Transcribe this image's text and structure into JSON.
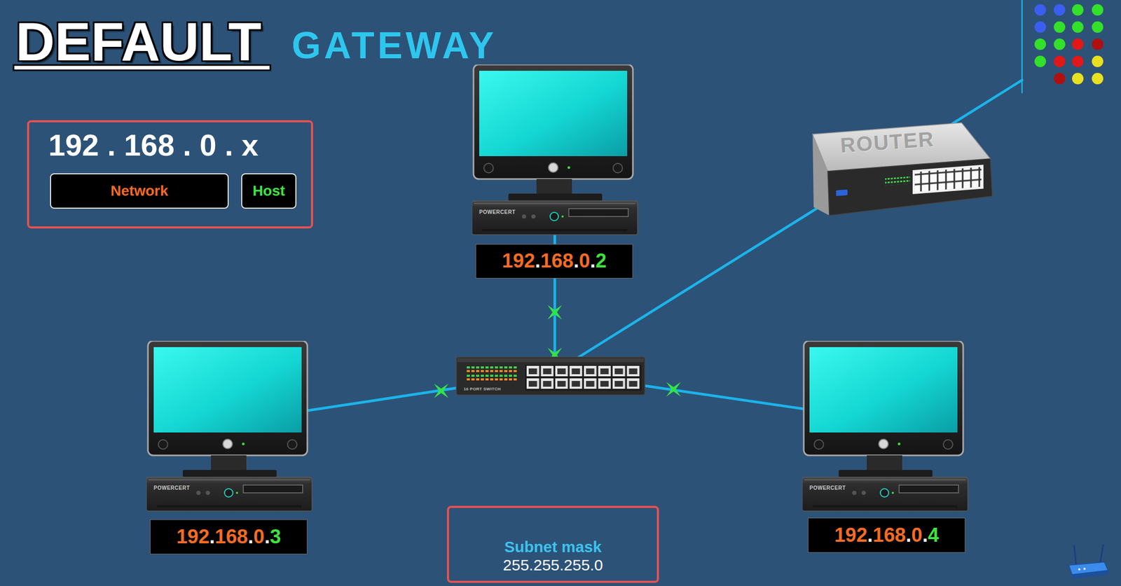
{
  "diagram": {
    "title": "DEFAULT",
    "nodes": [
      {
        "text": [
          "192 . 168 . 0 . x"
        ]
      },
      {
        "text": [
          "Network"
        ],
        "in": 0
      },
      {
        "text": [
          "Host"
        ],
        "in": 0
      },
      {
        "text": [
          "192.168.0.2"
        ]
      },
      {
        "text": [
          "ROUTER"
        ]
      },
      {
        "text": [
          "192.168.0.3"
        ]
      },
      {
        "text": [
          "192.168.0.4"
        ]
      },
      {
        "text": [
          "Subnet mask",
          "255.255.255.0"
        ]
      }
    ],
    "labels": [
      "GATEWAY",
      "POWERCERT",
      "16 PORT SWITCH",
      "POWERCERT",
      "POWERCERT"
    ]
  }
}
